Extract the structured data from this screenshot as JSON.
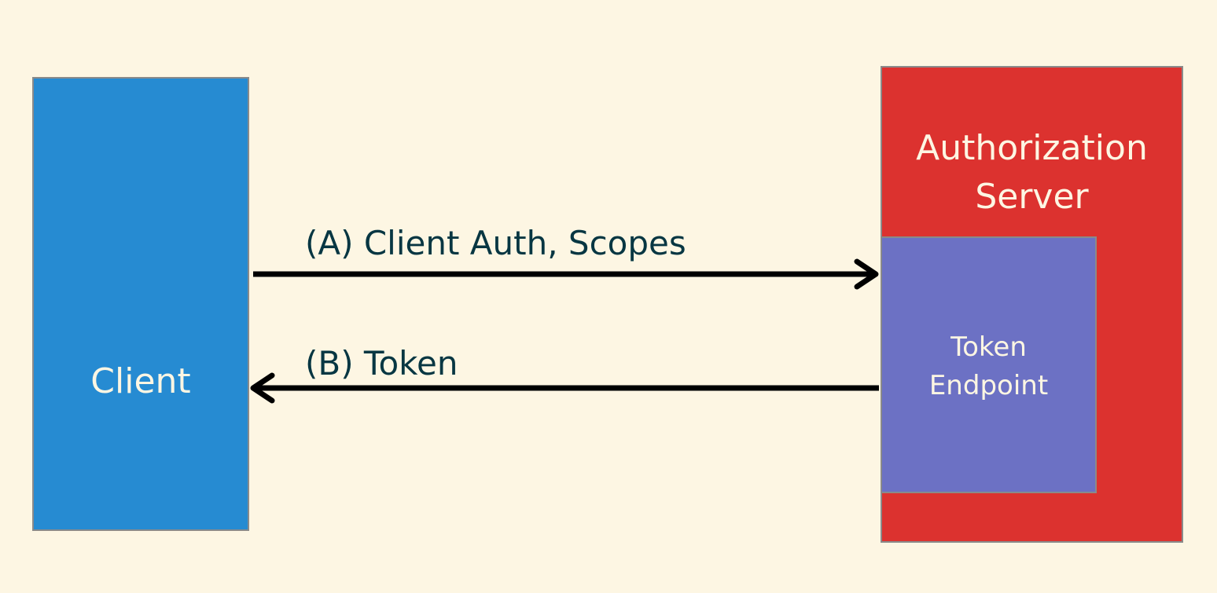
{
  "nodes": {
    "client": {
      "label": "Client",
      "color": "#268bd2"
    },
    "authorization_server": {
      "label_lines": [
        "Authorization",
        "Server"
      ],
      "color": "#dc322f"
    },
    "token_endpoint": {
      "label_lines": [
        "Token",
        "Endpoint"
      ],
      "color": "#6c71c4"
    }
  },
  "edges": [
    {
      "label": "(A) Client Auth, Scopes",
      "from": "client",
      "to": "token_endpoint"
    },
    {
      "label": "(B) Token",
      "from": "token_endpoint",
      "to": "client"
    }
  ],
  "colors": {
    "background": "#fdf6e3",
    "text_dark": "#073642",
    "text_light": "#fdf6e3",
    "arrow": "#000000"
  }
}
